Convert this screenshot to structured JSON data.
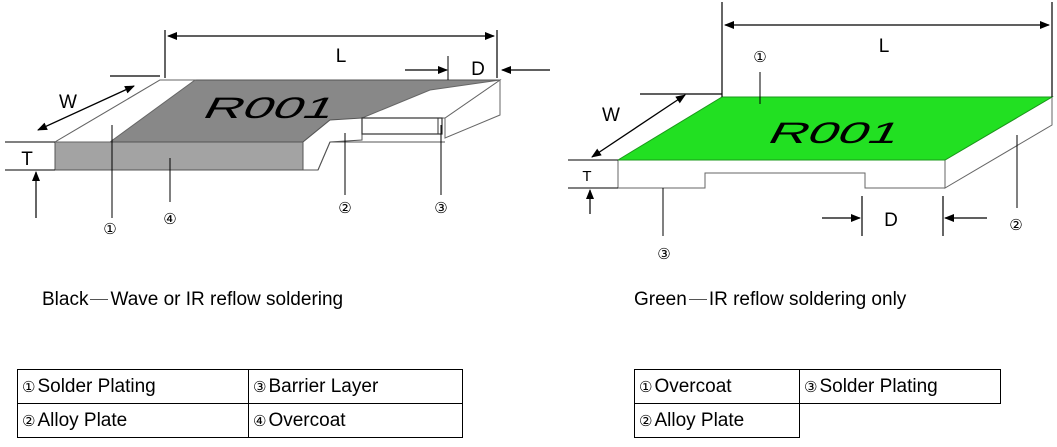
{
  "left_diagram": {
    "marking": "R001",
    "dim_L": "L",
    "dim_D": "D",
    "dim_W": "W",
    "dim_T": "T",
    "callouts": {
      "c1": "①",
      "c2": "②",
      "c3": "③",
      "c4": "④"
    },
    "colors": {
      "top": "#8a8a8a",
      "front": "#a3a3a3",
      "plating": "#ffffff"
    }
  },
  "right_diagram": {
    "marking": "R001",
    "dim_L": "L",
    "dim_D": "D",
    "dim_W": "W",
    "dim_T": "T",
    "callouts": {
      "c1": "①",
      "c2": "②",
      "c3": "③"
    },
    "colors": {
      "top": "#22e022",
      "body": "#ffffff"
    }
  },
  "captions": {
    "left_name": "Black",
    "left_text": "Wave or IR reflow soldering",
    "right_name": "Green",
    "right_text": "IR reflow soldering only"
  },
  "legend_left": [
    [
      {
        "num": "①",
        "label": "Solder Plating"
      },
      {
        "num": "③",
        "label": "Barrier Layer"
      }
    ],
    [
      {
        "num": "②",
        "label": "Alloy Plate"
      },
      {
        "num": "④",
        "label": "Overcoat"
      }
    ]
  ],
  "legend_right": [
    [
      {
        "num": "①",
        "label": "Overcoat"
      },
      {
        "num": "③",
        "label": "Solder Plating"
      }
    ],
    [
      {
        "num": "②",
        "label": "Alloy Plate"
      }
    ]
  ]
}
